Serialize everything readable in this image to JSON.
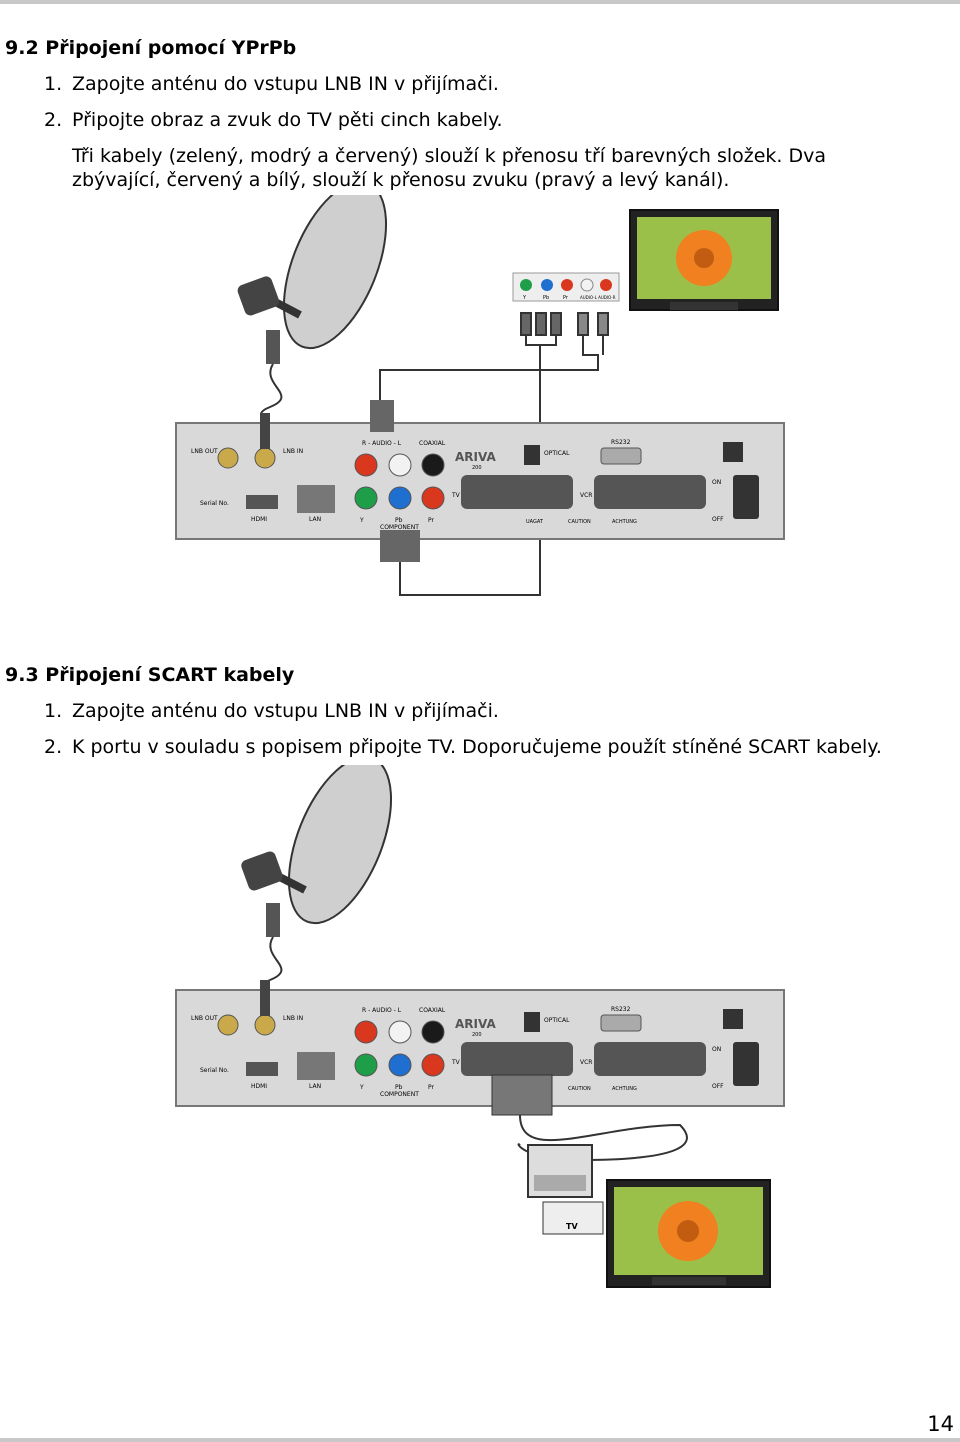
{
  "section1": {
    "heading": "9.2 Připojení pomocí YPrPb",
    "steps": [
      {
        "num": "1.",
        "text": "Zapojte anténu do vstupu LNB IN v přijímači."
      },
      {
        "num": "2.",
        "text": "Připojte obraz a zvuk do TV pěti cinch kabely."
      }
    ],
    "note_line1": "Tři kabely (zelený, modrý a červený) slouží k přenosu tří barevných složek. Dva",
    "note_line2": "zbývající, červený a bílý, slouží k přenosu zvuku (pravý a levý kanál)."
  },
  "section2": {
    "heading": "9.3 Připojení SCART kabely",
    "steps": [
      {
        "num": "1.",
        "text": "Zapojte anténu do vstupu LNB IN v přijímači."
      },
      {
        "num": "2.",
        "text": "K portu v souladu s popisem připojte TV. Doporučujeme použít stíněné SCART kabely."
      }
    ]
  },
  "receiver_labels": {
    "brand": "ARIVA",
    "model": "200",
    "lnb_out": "LNB OUT",
    "lnb_in": "LNB IN",
    "audio": "R - AUDIO - L",
    "coaxial": "COAXIAL",
    "optical": "OPTICAL",
    "rs232": "RS232",
    "hdmi": "HDMI",
    "lan": "LAN",
    "y": "Y",
    "pb": "Pb",
    "pr": "Pr",
    "component": "COMPONENT",
    "tv": "TV",
    "vcr": "VCR",
    "on": "ON",
    "off": "OFF",
    "usagi": "UAGAT",
    "caution": "CAUTION",
    "achtung": "ACHTUNG",
    "serial": "Serial No."
  },
  "tv_panel_labels": {
    "y": "Y",
    "pb": "Pb",
    "pr": "Pr",
    "audio": "AUDIO-L AUDIO-R"
  },
  "scart_tv_label": "TV",
  "page_number": "14",
  "colors": {
    "rca_red": "#d9381e",
    "rca_green": "#1f9e4a",
    "rca_blue": "#1e6fd0",
    "rca_white": "#f2f2f2",
    "rca_black": "#1a1a1a",
    "panel_gray": "#d9d9d9"
  }
}
